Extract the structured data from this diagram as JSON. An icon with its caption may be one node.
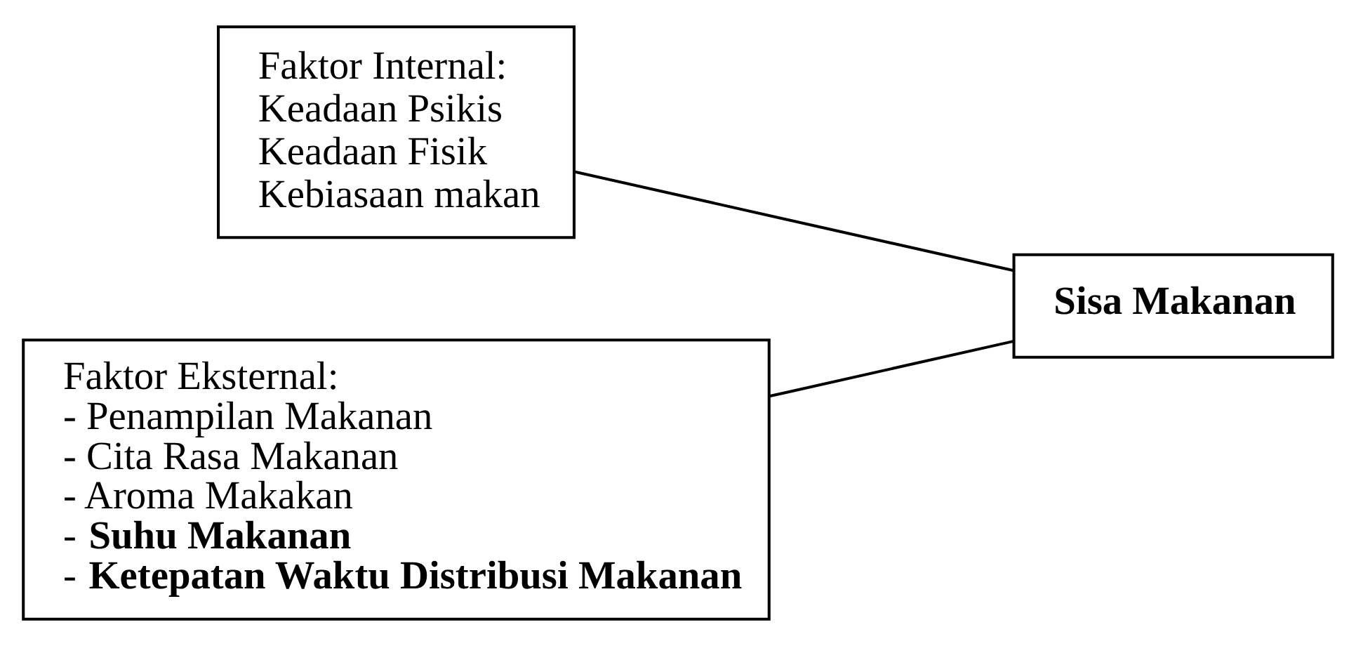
{
  "diagram": {
    "nodes": [
      {
        "text": [
          "Faktor Internal:",
          "Keadaan Psikis",
          "Keadaan Fisik",
          "Kebiasaan makan"
        ]
      },
      {
        "text": [
          "Faktor Eksternal:",
          "- Penampilan Makanan",
          "- Cita Rasa Makanan",
          "- Aroma Makakan",
          "- **Suhu Makanan**",
          "- **Ketepatan Waktu Distribusi Makanan**"
        ]
      },
      {
        "text": [
          "Sisa Makanan"
        ]
      }
    ],
    "edges": [
      {
        "from": 0,
        "to": 2,
        "arrow": "none"
      },
      {
        "from": 1,
        "to": 2,
        "arrow": "none"
      }
    ]
  }
}
